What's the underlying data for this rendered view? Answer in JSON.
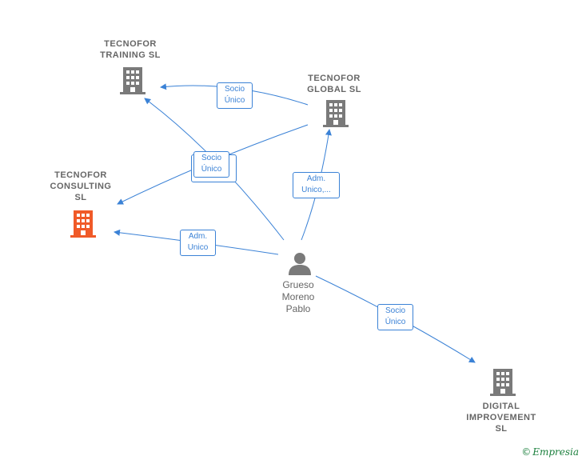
{
  "colors": {
    "edge": "#3b82d6",
    "building_gray": "#7a7a7a",
    "building_highlight": "#f05a28",
    "person": "#7a7a7a"
  },
  "nodes": {
    "training": {
      "label": "TECNOFOR\nTRAINING  SL",
      "icon": "building-icon"
    },
    "global": {
      "label": "TECNOFOR\nGLOBAL  SL",
      "icon": "building-icon"
    },
    "consulting": {
      "label": "TECNOFOR\nCONSULTING\nSL",
      "icon": "building-icon",
      "highlighted": true
    },
    "digital": {
      "label": "DIGITAL\nIMPROVEMENT\nSL",
      "icon": "building-icon"
    },
    "person": {
      "label": "Grueso\nMoreno\nPablo",
      "icon": "person-icon"
    }
  },
  "edges": [
    {
      "from": "global",
      "to": "training",
      "label": "Socio\nÚnico"
    },
    {
      "from": "global",
      "to": "consulting",
      "label": "Socio\nÚnico"
    },
    {
      "from": "person",
      "to": "training",
      "label": ""
    },
    {
      "from": "person",
      "to": "global",
      "label": "Adm.\nUnico,..."
    },
    {
      "from": "person",
      "to": "consulting",
      "label": "Adm.\nUnico"
    },
    {
      "from": "person",
      "to": "digital",
      "label": "Socio\nÚnico"
    }
  ],
  "brand": {
    "symbol": "©",
    "name": "Empresia"
  }
}
